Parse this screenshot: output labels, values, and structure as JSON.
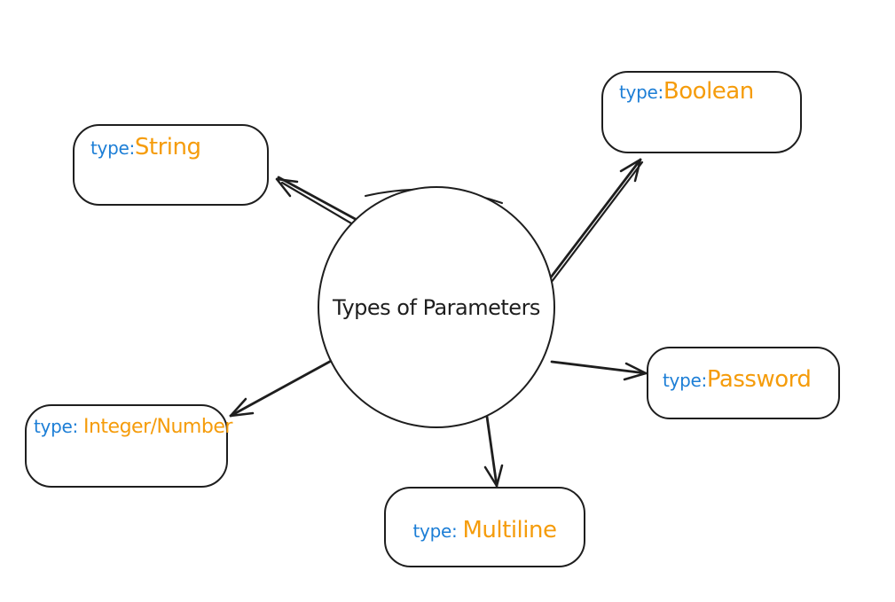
{
  "diagram": {
    "title": "Types of Parameters",
    "style": {
      "stroke_color": "#1e1e1e",
      "prefix_color": "#1c7ed6",
      "name_color": "#f59c0b",
      "background": "#ffffff"
    },
    "nodes": [
      {
        "id": "string",
        "prefix": "type:",
        "name": "String"
      },
      {
        "id": "boolean",
        "prefix": "type:",
        "name": "Boolean"
      },
      {
        "id": "password",
        "prefix": "type:",
        "name": "Password"
      },
      {
        "id": "integer-number",
        "prefix": "type: ",
        "name": "Integer/Number"
      },
      {
        "id": "multiline",
        "prefix": "type: ",
        "name": "Multiline"
      }
    ],
    "connections": [
      {
        "from": "center",
        "to": "string"
      },
      {
        "from": "center",
        "to": "boolean"
      },
      {
        "from": "center",
        "to": "password"
      },
      {
        "from": "center",
        "to": "integer-number"
      },
      {
        "from": "center",
        "to": "multiline"
      }
    ]
  }
}
